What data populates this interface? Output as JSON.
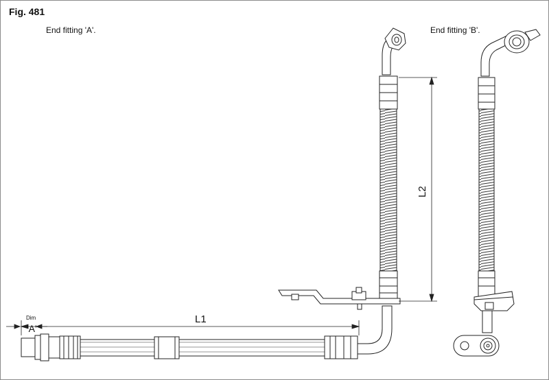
{
  "figure": {
    "title": "Fig. 481"
  },
  "labels": {
    "end_fitting_a": "End fitting 'A'.",
    "end_fitting_b": "End fitting 'B'.",
    "dim": "Dim",
    "dim_a": "'A'",
    "l1": "L1",
    "l2": "L2"
  },
  "colors": {
    "line": "#222222",
    "fill": "#ffffff"
  }
}
